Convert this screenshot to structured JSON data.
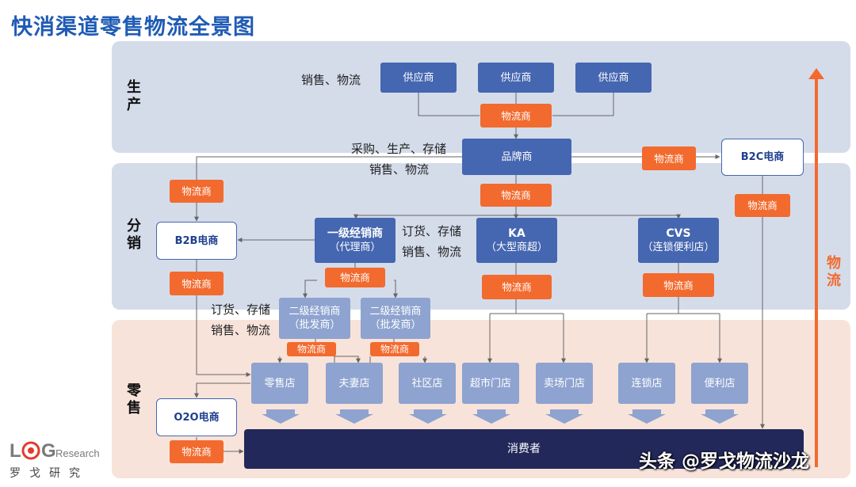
{
  "title": "快消渠道零售物流全景图",
  "bands": {
    "production": "生产",
    "distribution": "分销",
    "retail": "零售"
  },
  "side_label": "物流",
  "texts": {
    "t1": "销售、物流",
    "t2": "采购、生产、存储",
    "t3": "销售、物流",
    "t4": "订货、存储",
    "t5": "销售、物流",
    "t6": "订货、存储",
    "t7": "销售、物流"
  },
  "nodes": {
    "supplier1": "供应商",
    "supplier2": "供应商",
    "supplier3": "供应商",
    "brand": "品牌商",
    "b2c": "B2C电商",
    "b2b": "B2B电商",
    "dist1_l1": "一级经销商",
    "dist1_l2": "（代理商）",
    "ka_l1": "KA",
    "ka_l2": "（大型商超）",
    "cvs_l1": "CVS",
    "cvs_l2": "（连锁便利店）",
    "dist2a_l1": "二级经销商",
    "dist2a_l2": "（批发商）",
    "dist2b_l1": "二级经销商",
    "dist2b_l2": "（批发商）",
    "retail_store": "零售店",
    "mom_pop": "夫妻店",
    "community": "社区店",
    "supermarket": "超市门店",
    "hypermarket": "卖场门店",
    "chain": "连锁店",
    "convenience": "便利店",
    "o2o": "O2O电商",
    "consumer": "消费者"
  },
  "logistics": {
    "l_supply": "物流商",
    "l_b2c": "物流商",
    "l_b2c_down": "物流商",
    "l_b2b_up": "物流商",
    "l_brand_down": "物流商",
    "l_b2b_down": "物流商",
    "l_dist1": "物流商",
    "l_ka": "物流商",
    "l_cvs": "物流商",
    "l_dist2a": "物流商",
    "l_dist2b": "物流商",
    "l_o2o": "物流商"
  },
  "logo": {
    "brand": "LOG",
    "research": "Research",
    "cn": "罗戈研究"
  },
  "watermark": "头条 @罗戈物流沙龙",
  "colors": {
    "navy": "#4566b0",
    "light_navy": "#8ea3cf",
    "orange": "#f26a2e",
    "dark_navy": "#22285a",
    "title_blue": "#1f5bb5",
    "band_blue": "#d4dcea",
    "band_peach": "#f8e3da"
  }
}
